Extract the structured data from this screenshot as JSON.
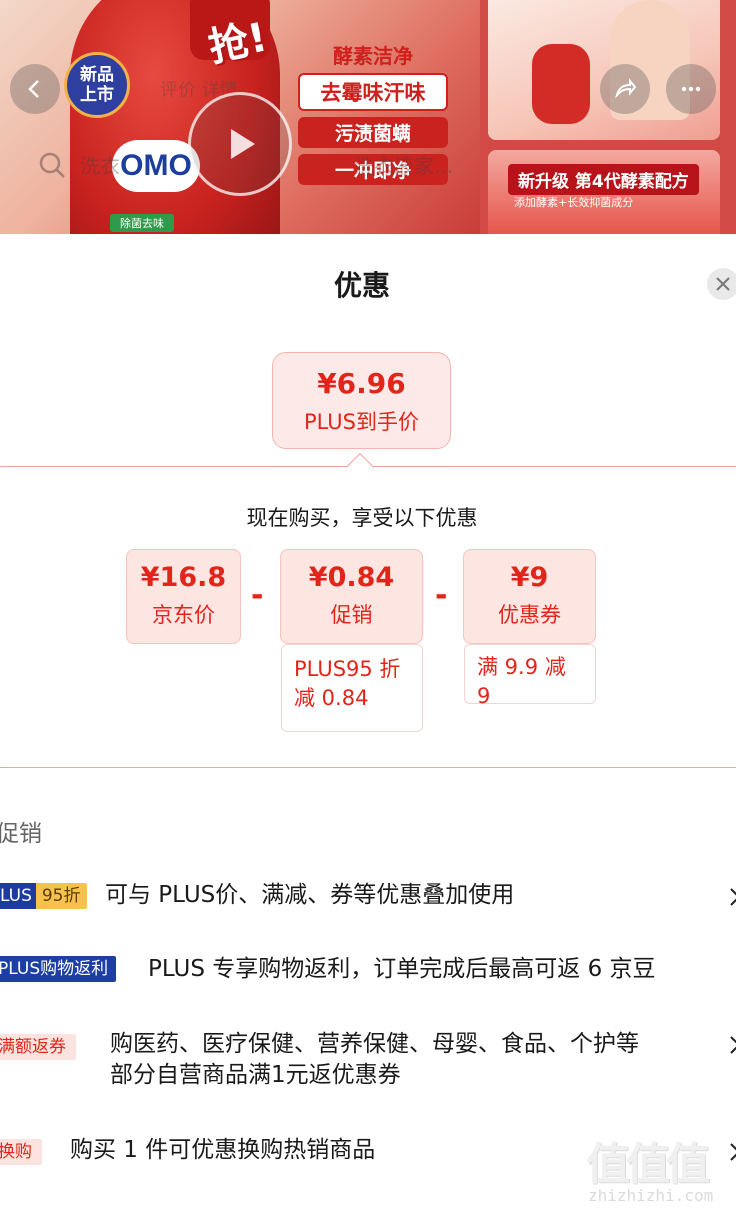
{
  "banner": {
    "badge_new": "新品\n上市",
    "grab_text": "抢!",
    "slogan": [
      "酵素洁净",
      "去霉味汗味",
      "污渍菌螨",
      "一冲即净"
    ],
    "brand": "OMO",
    "green_tag": "除菌去味",
    "side_title": "新升级 第4代酵素配方",
    "side_subtitle": "添加酵素+长效抑菌成分",
    "ghost_tabs": "评价    详情",
    "ghost_search_left": "洗衣",
    "ghost_search_right": "洗衣液家..."
  },
  "sheet": {
    "title": "优惠",
    "final_price": {
      "value": "¥6.96",
      "label": "PLUS到手价"
    },
    "calc_heading": "现在购买，享受以下优惠",
    "cells": [
      {
        "value": "¥16.8",
        "label": "京东价"
      },
      {
        "value": "¥0.84",
        "label": "促销",
        "note": "PLUS95 折\n减 0.84"
      },
      {
        "value": "¥9",
        "label": "优惠券",
        "note": "满 9.9 减 9"
      }
    ],
    "minus_symbol": "-",
    "section_label": "促销",
    "promos": [
      {
        "tag_a": "LUS",
        "tag_b": "95折",
        "text": "可与 PLUS价、满减、券等优惠叠加使用",
        "has_chevron": true
      },
      {
        "tag": "PLUS购物返利",
        "text": "PLUS 专享购物返利，订单完成后最高可返 6 京豆",
        "has_chevron": false
      },
      {
        "tag": "满额返券",
        "text_line1": "购医药、医疗保健、营养保健、母婴、食品、个护等",
        "text_line2": "部分自营商品满1元返优惠券",
        "has_chevron": true
      },
      {
        "tag": "换购",
        "text": "购买 1 件可优惠换购热销商品",
        "has_chevron": true
      }
    ]
  },
  "watermark": {
    "glyphs": "值值值",
    "url": "zhizhizhi.com"
  },
  "colors": {
    "accent": "#e1251b",
    "plus_blue": "#1d3b9d",
    "plus_gold": "#f5c24c",
    "pink_bg": "#fde5e2"
  },
  "icons": [
    "play-icon",
    "back-arrow-icon",
    "share-icon",
    "more-icon",
    "search-icon",
    "close-icon",
    "chevron-right-icon"
  ]
}
